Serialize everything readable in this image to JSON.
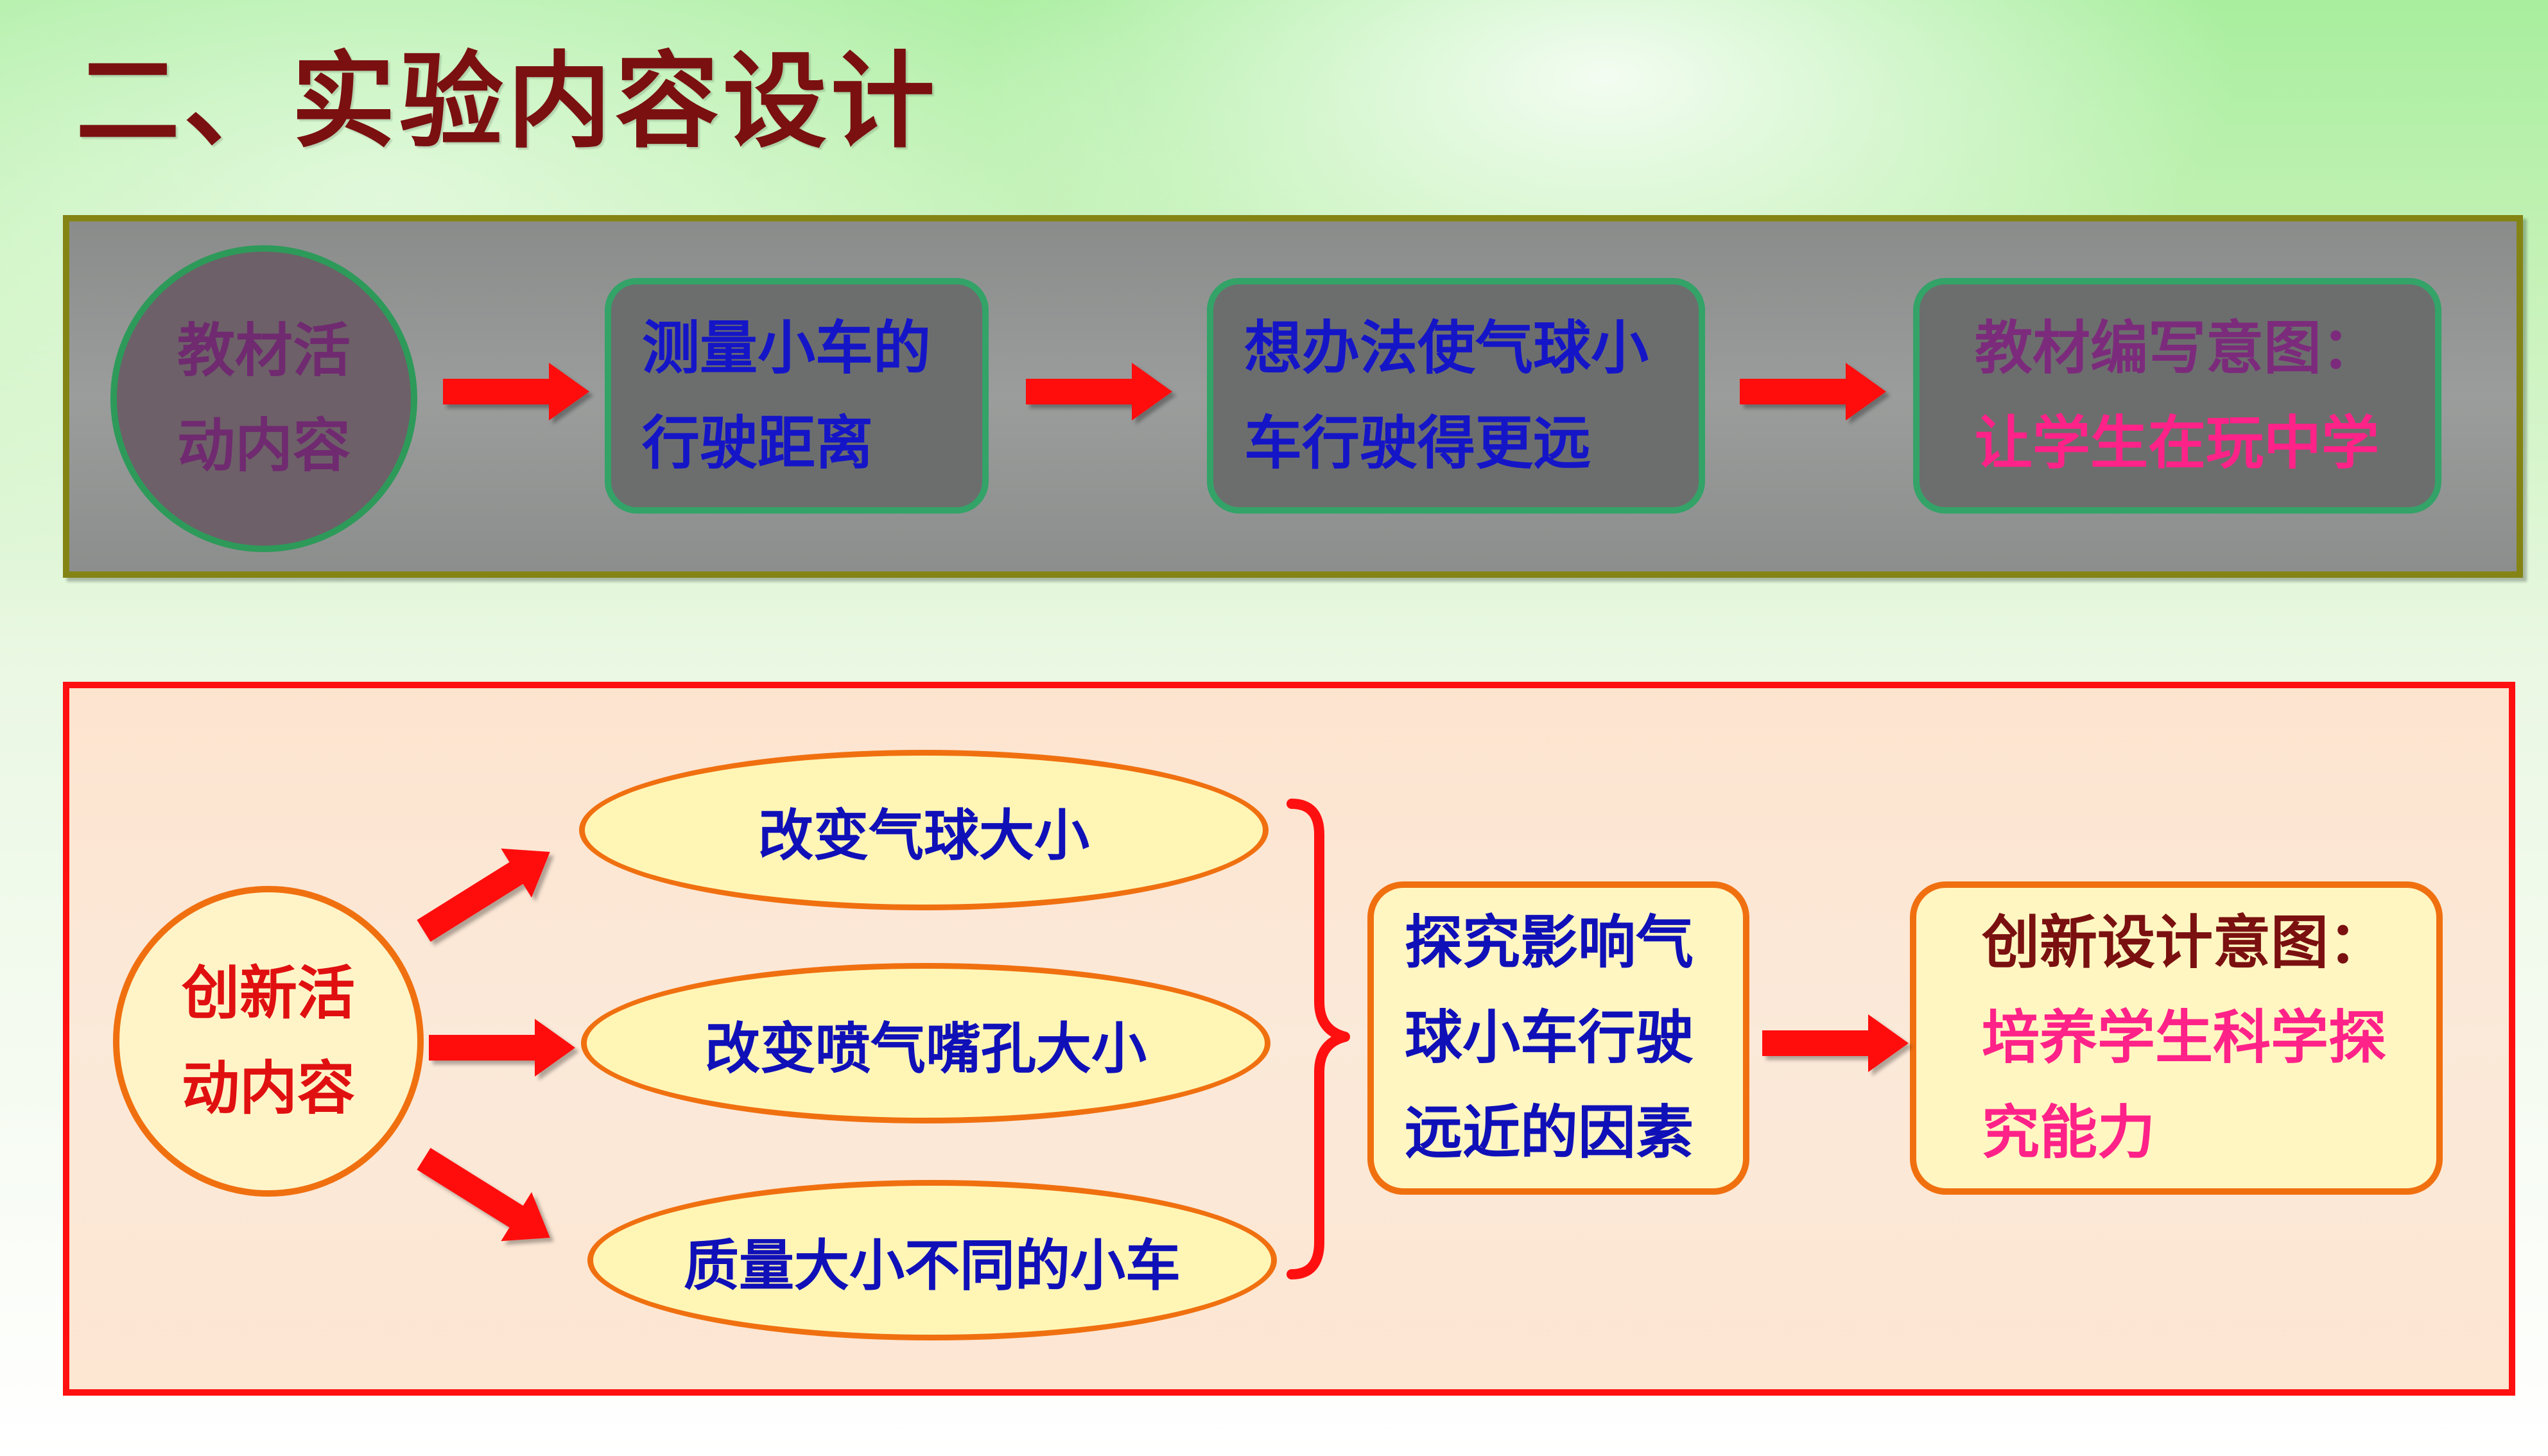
{
  "title": "二、实验内容设计",
  "textbook": {
    "label_lines": [
      "教材活",
      "动内容"
    ],
    "box1_lines": [
      "测量小车的",
      "行驶距离"
    ],
    "box2_lines": [
      "想办法使气球小",
      "车行驶得更远"
    ],
    "intent_heading": "教材编写意图：",
    "intent_text": "让学生在玩中学"
  },
  "innovation": {
    "label_lines": [
      "创新活",
      "动内容"
    ],
    "variables": [
      "改变气球大小",
      "改变喷气嘴孔大小",
      "质量大小不同的小车"
    ],
    "goal_lines": [
      "探究影响气",
      "球小车行驶",
      "远近的因素"
    ],
    "intent_heading": "创新设计意图：",
    "intent_lines": [
      "培养学生科学探",
      "究能力"
    ]
  },
  "colors": {
    "title": "#7a1010",
    "panel_border_top": "#848414",
    "panel_border_bottom": "#ff1010",
    "arrow": "#ff1010",
    "text_blue": "#1515c8",
    "text_pink": "#ff2288"
  }
}
